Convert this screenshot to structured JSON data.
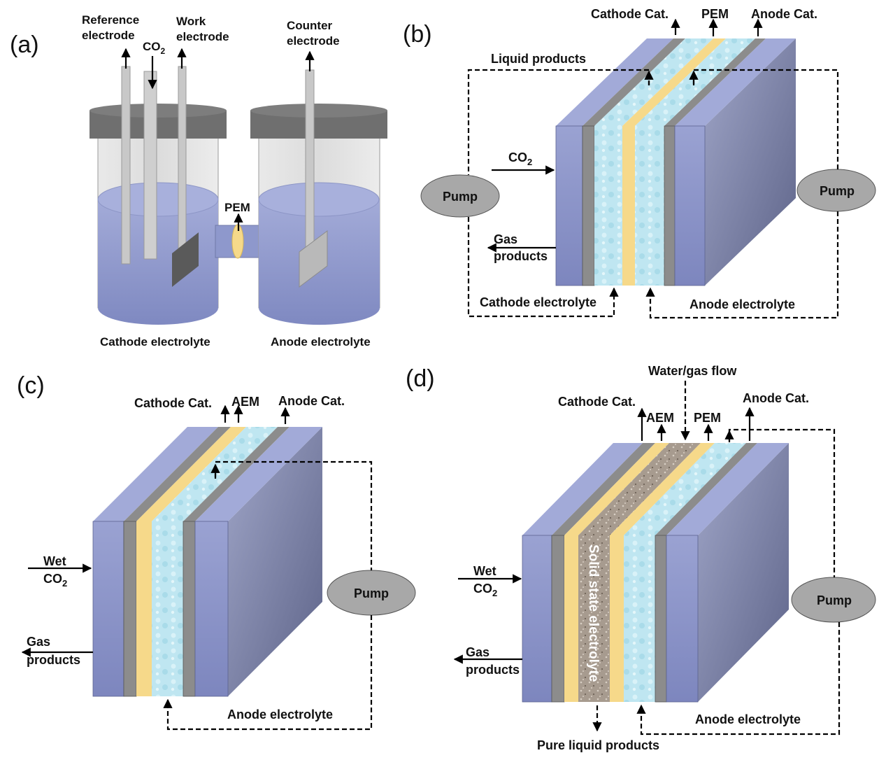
{
  "panels": {
    "a": {
      "letter": "(a)",
      "reference_electrode": [
        "Reference",
        "electrode"
      ],
      "co2_main": "CO",
      "co2_sub": "2",
      "work_electrode": [
        "Work",
        "electrode"
      ],
      "counter_electrode": [
        "Counter",
        "electrode"
      ],
      "pem": "PEM",
      "cathode_electrolyte": "Cathode electrolyte",
      "anode_electrolyte": "Anode electrolyte"
    },
    "b": {
      "letter": "(b)",
      "cathode_cat": "Cathode Cat.",
      "pem": "PEM",
      "anode_cat": "Anode Cat.",
      "liquid_products": "Liquid products",
      "co2_main": "CO",
      "co2_sub": "2",
      "pump_left": "Pump",
      "pump_right": "Pump",
      "gas_products": [
        "Gas",
        "products"
      ],
      "cathode_electrolyte": "Cathode electrolyte",
      "anode_electrolyte": "Anode electrolyte"
    },
    "c": {
      "letter": "(c)",
      "cathode_cat": "Cathode Cat.",
      "aem": "AEM",
      "anode_cat": "Anode Cat.",
      "wet": "Wet",
      "co2_main": "CO",
      "co2_sub": "2",
      "gas_products": [
        "Gas",
        "products"
      ],
      "pump": "Pump",
      "anode_electrolyte": "Anode electrolyte"
    },
    "d": {
      "letter": "(d)",
      "water_gas_flow": "Water/gas flow",
      "cathode_cat": "Cathode Cat.",
      "aem": "AEM",
      "pem": "PEM",
      "anode_cat": "Anode Cat.",
      "wet": "Wet",
      "co2_main": "CO",
      "co2_sub": "2",
      "gas_products": [
        "Gas",
        "products"
      ],
      "solid_state_electrolyte": "Solid state electrolyte",
      "pump": "Pump",
      "anode_electrolyte": "Anode electrolyte",
      "pure_liquid_products": "Pure liquid products"
    }
  },
  "colors": {
    "plate": "#8a93c4",
    "plate_dark": "#6a7199",
    "catalyst_gray": "#8c8c8c",
    "membrane_yellow": "#f6d98a",
    "electrolyte_cyan": "#bfe6f1",
    "solid_electrolyte": "#a89a8c",
    "pump_fill": "#a8a8a8",
    "lid_gray": "#6f6f6f",
    "liquid_blue": "#8e98cc"
  }
}
